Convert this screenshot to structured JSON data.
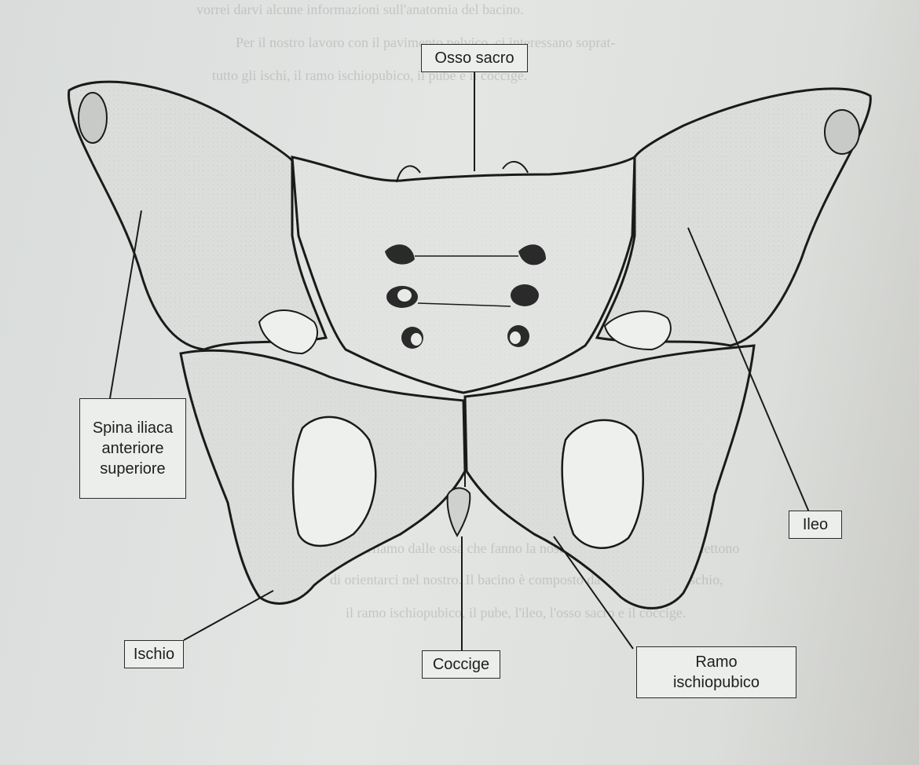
{
  "labels": {
    "osso_sacro": "Osso sacro",
    "spina_iliaca": [
      "Spina iliaca",
      "anteriore",
      "superiore"
    ],
    "ileo": "Ileo",
    "ischio": "Ischio",
    "coccige": "Coccige",
    "ramo_ischiopubico": [
      "Ramo",
      "ischiopubico"
    ]
  },
  "page_text": {
    "line1": "vorrei darvi alcune informazioni sull'anatomia del bacino.",
    "line2": "Per il nostro lavoro con il pavimento pelvico, ci interessano soprat-",
    "line3": "tutto gli ischi, il ramo ischiopubico, il pube e il coccige.",
    "line4": "Parliamo dalle ossa che fanno la nostra struttura e che ci permettono",
    "line5": "di orientarci nel nostro. Il bacino è composto da quattro ossa: l'ischio,",
    "line6": "il ramo ischiopubico, il pube, l'ileo, l'osso sacro e il coccige."
  },
  "colors": {
    "ink": "#1e1e1e",
    "paper": "#e4e6e4",
    "box": "#eceeec"
  }
}
